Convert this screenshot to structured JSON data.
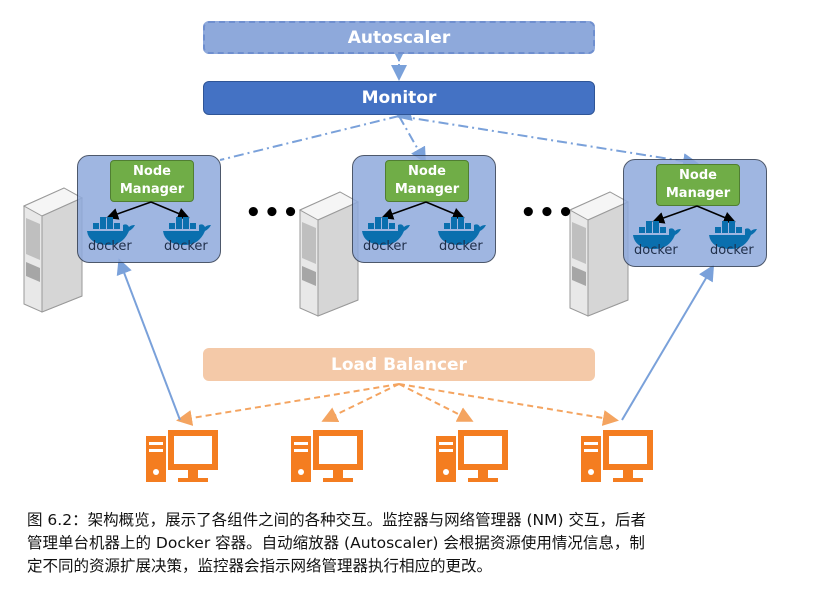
{
  "autoscaler": "Autoscaler",
  "monitor": "Monitor",
  "load_balancer": "Load Balancer",
  "node_manager": {
    "line1": "Node",
    "line2": "Manager"
  },
  "docker_label": "docker",
  "ellipsis": "•••",
  "caption": {
    "line1": "图 6.2：架构概览，展示了各组件之间的各种交互。监控器与网络管理器 (NM) 交互，后者",
    "line2": "管理单台机器上的 Docker 容器。自动缩放器 (Autoscaler) 会根据资源使用情况信息，制",
    "line3": "定不同的资源扩展决策，监控器会指示网络管理器执行相应的更改。"
  },
  "colors": {
    "monitor": "#4472c4",
    "autoscaler": "#8ea9db",
    "node_panel": "#8faadc",
    "node_manager": "#70ad47",
    "load_balancer": "#f4c9a8",
    "client_computer": "#f47d20",
    "arrow_blue": "#7aa1da",
    "arrow_orange": "#f4a460"
  },
  "icons": [
    "server-tower-icon",
    "docker-whale-icon",
    "desktop-computer-icon"
  ]
}
